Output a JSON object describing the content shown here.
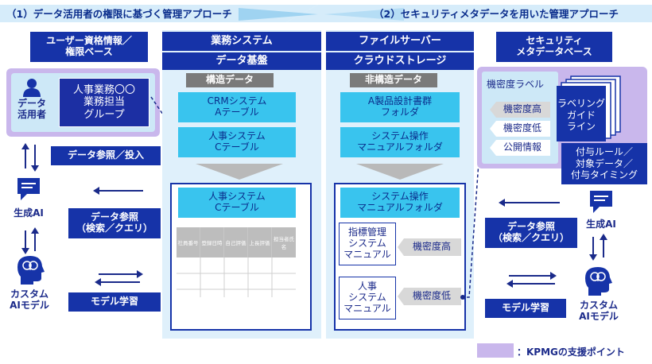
{
  "header": {
    "left": "（1）データ活用者の権限に基づく管理アプローチ",
    "right": "（2）セキュリティメタデータを用いた管理アプローチ"
  },
  "left": {
    "user_db_line1": "ユーザー資格情報／",
    "user_db_line2": "権限ベース",
    "data_user_line1": "データ",
    "data_user_line2": "活用者",
    "hr_group_line1": "人事業務〇〇",
    "hr_group_line2": "業務担当",
    "hr_group_line3": "グループ",
    "ref_input": "データ参照／投入",
    "gen_ai": "生成AI",
    "ref_search_line1": "データ参照",
    "ref_search_line2": "（検索／クエリ）",
    "custom_ai_line1": "カスタム",
    "custom_ai_line2": "AIモデル",
    "model_training": "モデル学習"
  },
  "business": {
    "title1": "業務システム",
    "title2": "データ基盤",
    "structured": "構造データ",
    "crm_line1": "CRMシステム",
    "crm_line2": "Aテーブル",
    "hr_line1": "人事システム",
    "hr_line2": "Cテーブル",
    "hr2_line1": "人事システム",
    "hr2_line2": "Cテーブル",
    "columns": [
      "社員番号",
      "登録日時",
      "自己評価",
      "上長評価",
      "担当者氏名"
    ]
  },
  "file": {
    "title1": "ファイルサーバー",
    "title2": "クラウドストレージ",
    "unstructured": "非構造データ",
    "design_line1": "A製品設計書群",
    "design_line2": "フォルダ",
    "sysop_line1": "システム操作",
    "sysop_line2": "マニュアルフォルダ",
    "sysop2_line1": "システム操作",
    "sysop2_line2": "マニュアルフォルダ",
    "doc1_line1": "指標管理",
    "doc1_line2": "システム",
    "doc1_line3": "マニュアル",
    "doc1_tag": "機密度高",
    "doc2_line1": "人事",
    "doc2_line2": "システム",
    "doc2_line3": "マニュアル",
    "doc2_tag": "機密度低"
  },
  "right": {
    "meta_db_line1": "セキュリティ",
    "meta_db_line2": "メタデータベース",
    "label_title": "機密度ラベル",
    "labels": [
      "機密度高",
      "機密度低",
      "公開情報"
    ],
    "guide_line1": "ラベリング",
    "guide_line2": "ガイド",
    "guide_line3": "ライン",
    "rules_line1": "付与ルール／",
    "rules_line2": "対象データ／",
    "rules_line3": "付与タイミング",
    "ref_search_line1": "データ参照",
    "ref_search_line2": "（検索／クエリ）",
    "gen_ai": "生成AI",
    "model_training": "モデル学習",
    "custom_ai_line1": "カスタム",
    "custom_ai_line2": "AIモデル"
  },
  "legend": {
    "text": "：KPMGの支援ポイント",
    "color": "#c9b7ec"
  },
  "colors": {
    "navy": "#1633a8",
    "aqua": "#39c4ee",
    "light_blue": "#cde8f7",
    "purple": "#c9b7ec"
  }
}
